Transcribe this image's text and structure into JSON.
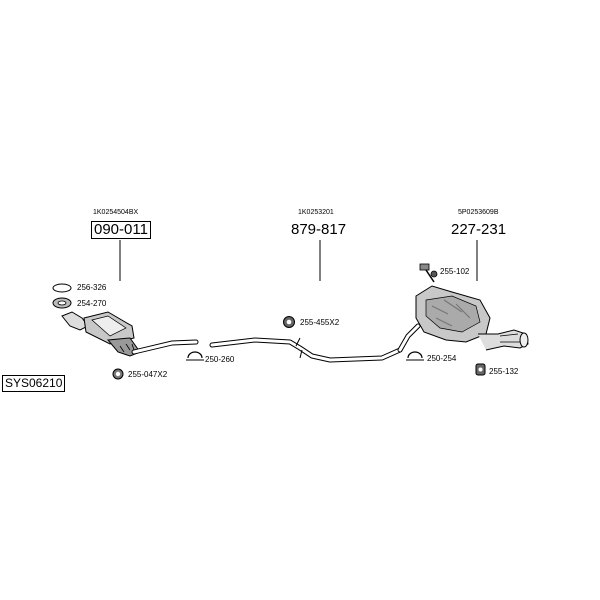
{
  "diagram": {
    "system_code": "SYS06210",
    "assemblies": [
      {
        "oem": "1K0254504BX",
        "part": "090-011"
      },
      {
        "oem": "1K0253201",
        "part": "879-817"
      },
      {
        "oem": "5P0253609B",
        "part": "227-231"
      }
    ],
    "fittings": [
      "256-326",
      "254-270",
      "255-047X2",
      "250-260",
      "255-455X2",
      "255-102",
      "250-254",
      "255-132"
    ]
  }
}
